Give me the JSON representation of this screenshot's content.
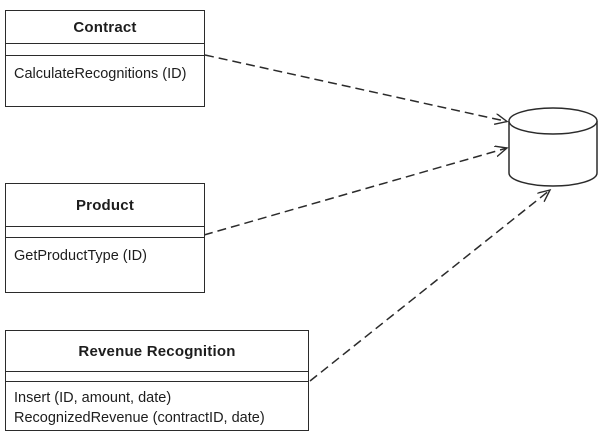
{
  "diagram": {
    "type": "uml-class-dependency",
    "classes": [
      {
        "name": "Contract",
        "attributes": [],
        "operations": [
          "CalculateRecognitions (ID)"
        ]
      },
      {
        "name": "Product",
        "attributes": [],
        "operations": [
          "GetProductType (ID)"
        ]
      },
      {
        "name": "Revenue Recognition",
        "attributes": [],
        "operations": [
          "Insert (ID, amount, date)",
          "RecognizedRevenue (contractID, date)"
        ]
      }
    ],
    "database": {
      "icon": "database-cylinder-icon",
      "label": ""
    },
    "connections": [
      {
        "from": "Contract",
        "to": "database",
        "style": "dashed-open-arrow"
      },
      {
        "from": "Product",
        "to": "database",
        "style": "dashed-open-arrow"
      },
      {
        "from": "Revenue Recognition",
        "to": "database",
        "style": "dashed-open-arrow"
      }
    ],
    "colors": {
      "line": "#2b2b2b",
      "background": "#ffffff"
    }
  }
}
